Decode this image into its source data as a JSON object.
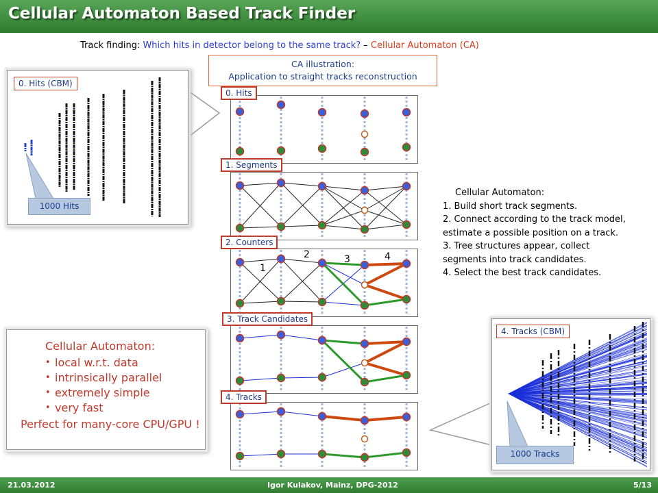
{
  "header": {
    "title": "Cellular Automaton Based Track Finder"
  },
  "subtitle": {
    "lead": "Track finding: ",
    "question": "Which hits in detector belong to the same track?",
    "dash": " – ",
    "answer": "Cellular Automaton (CA)"
  },
  "illustration": {
    "line1": "CA illustration:",
    "line2": "Application to straight tracks reconstruction"
  },
  "hits_cbm": {
    "label": "0. Hits (CBM)",
    "count_label": "1000 Hits"
  },
  "tracks_cbm": {
    "label": "4. Tracks (CBM)",
    "count_label": "1000 Tracks"
  },
  "panels": [
    {
      "label": "0. Hits"
    },
    {
      "label": "1. Segments"
    },
    {
      "label": "2. Counters"
    },
    {
      "label": "3. Track Candidates"
    },
    {
      "label": "4. Tracks"
    }
  ],
  "counters": [
    "1",
    "2",
    "3",
    "4"
  ],
  "ca_steps": {
    "heading": "Cellular Automaton:",
    "lines": [
      "1.  Build short track segments.",
      "2.  Connect according to the track model,",
      "estimate a possible position on a track.",
      "3.  Tree structures appear, collect",
      "segments into track candidates.",
      "4.  Select the best track candidates."
    ]
  },
  "properties": {
    "heading": "Cellular Automaton:",
    "items": [
      "local w.r.t. data",
      "intrinsically parallel",
      "extremely simple",
      "very fast"
    ],
    "footer": "Perfect for many-core CPU/GPU !"
  },
  "footer": {
    "date": "21.03.2012",
    "author": "Igor Kulakov, Mainz, DPG-2012",
    "page": "5/13"
  },
  "colors": {
    "title_green": "#3f8f3f",
    "hit_blue": "#3a5fd9",
    "hit_green": "#2e8b3a",
    "hit_red": "#c0392b",
    "candidate_green": "#2a9a2a",
    "track_red": "#cc4a10",
    "track_blue": "#1a2fd8",
    "question_blue": "#2c3fd0",
    "answer_red": "#d63a1a"
  }
}
